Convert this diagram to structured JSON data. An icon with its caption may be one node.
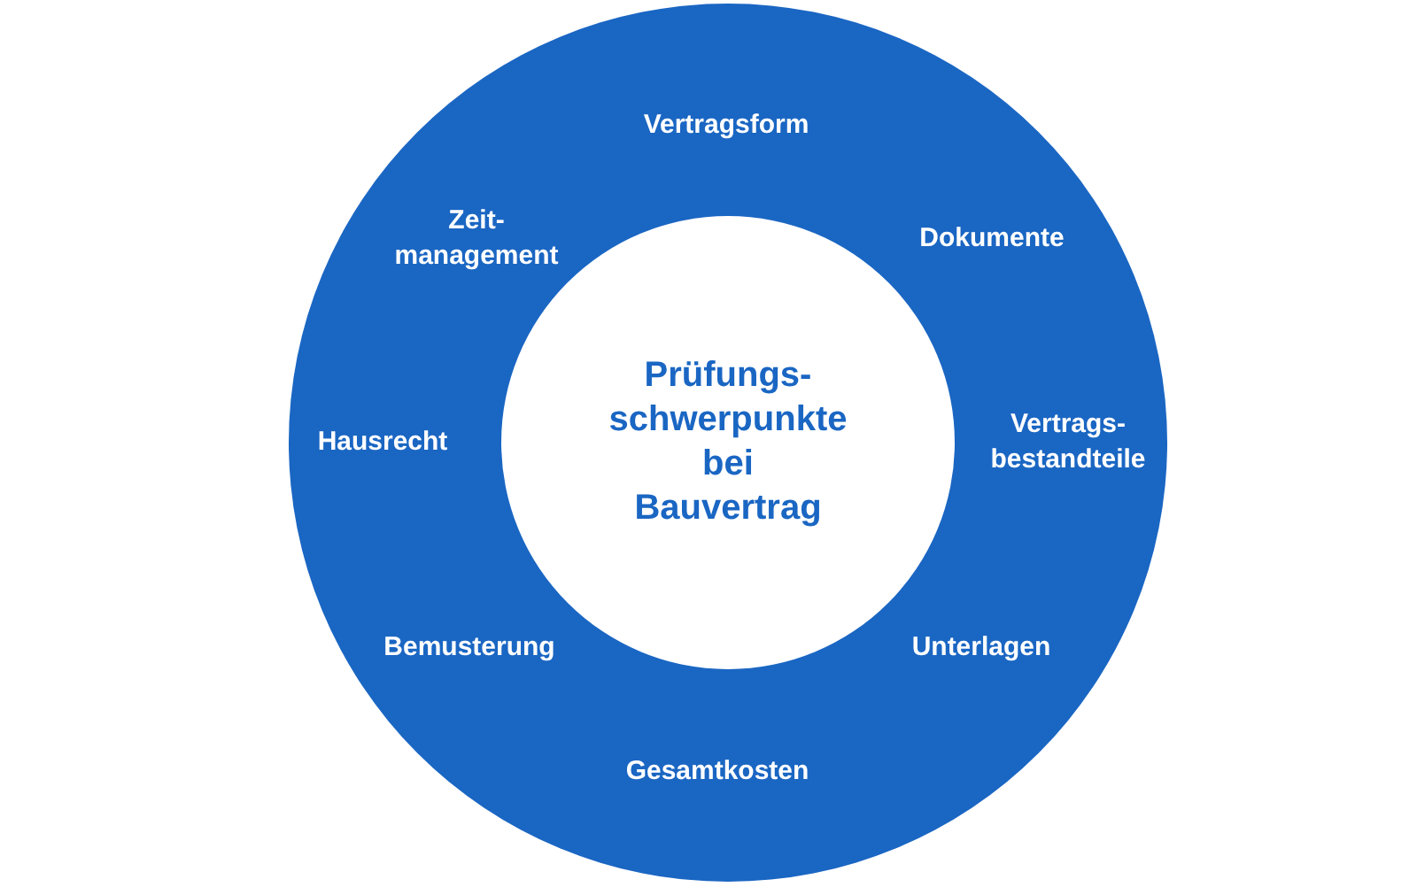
{
  "diagram": {
    "nodes": [
      {
        "text": [
          "Vertragsform",
          "Dokumente",
          "Vertrags- bestandteile",
          "Unterlagen",
          "Gesamtkosten",
          "Bemusterung",
          "Hausrecht",
          "Zeit- management"
        ]
      },
      {
        "text": [
          "Prüfungs- schwerpunkte bei Bauvertrag"
        ],
        "in": 0
      }
    ]
  }
}
